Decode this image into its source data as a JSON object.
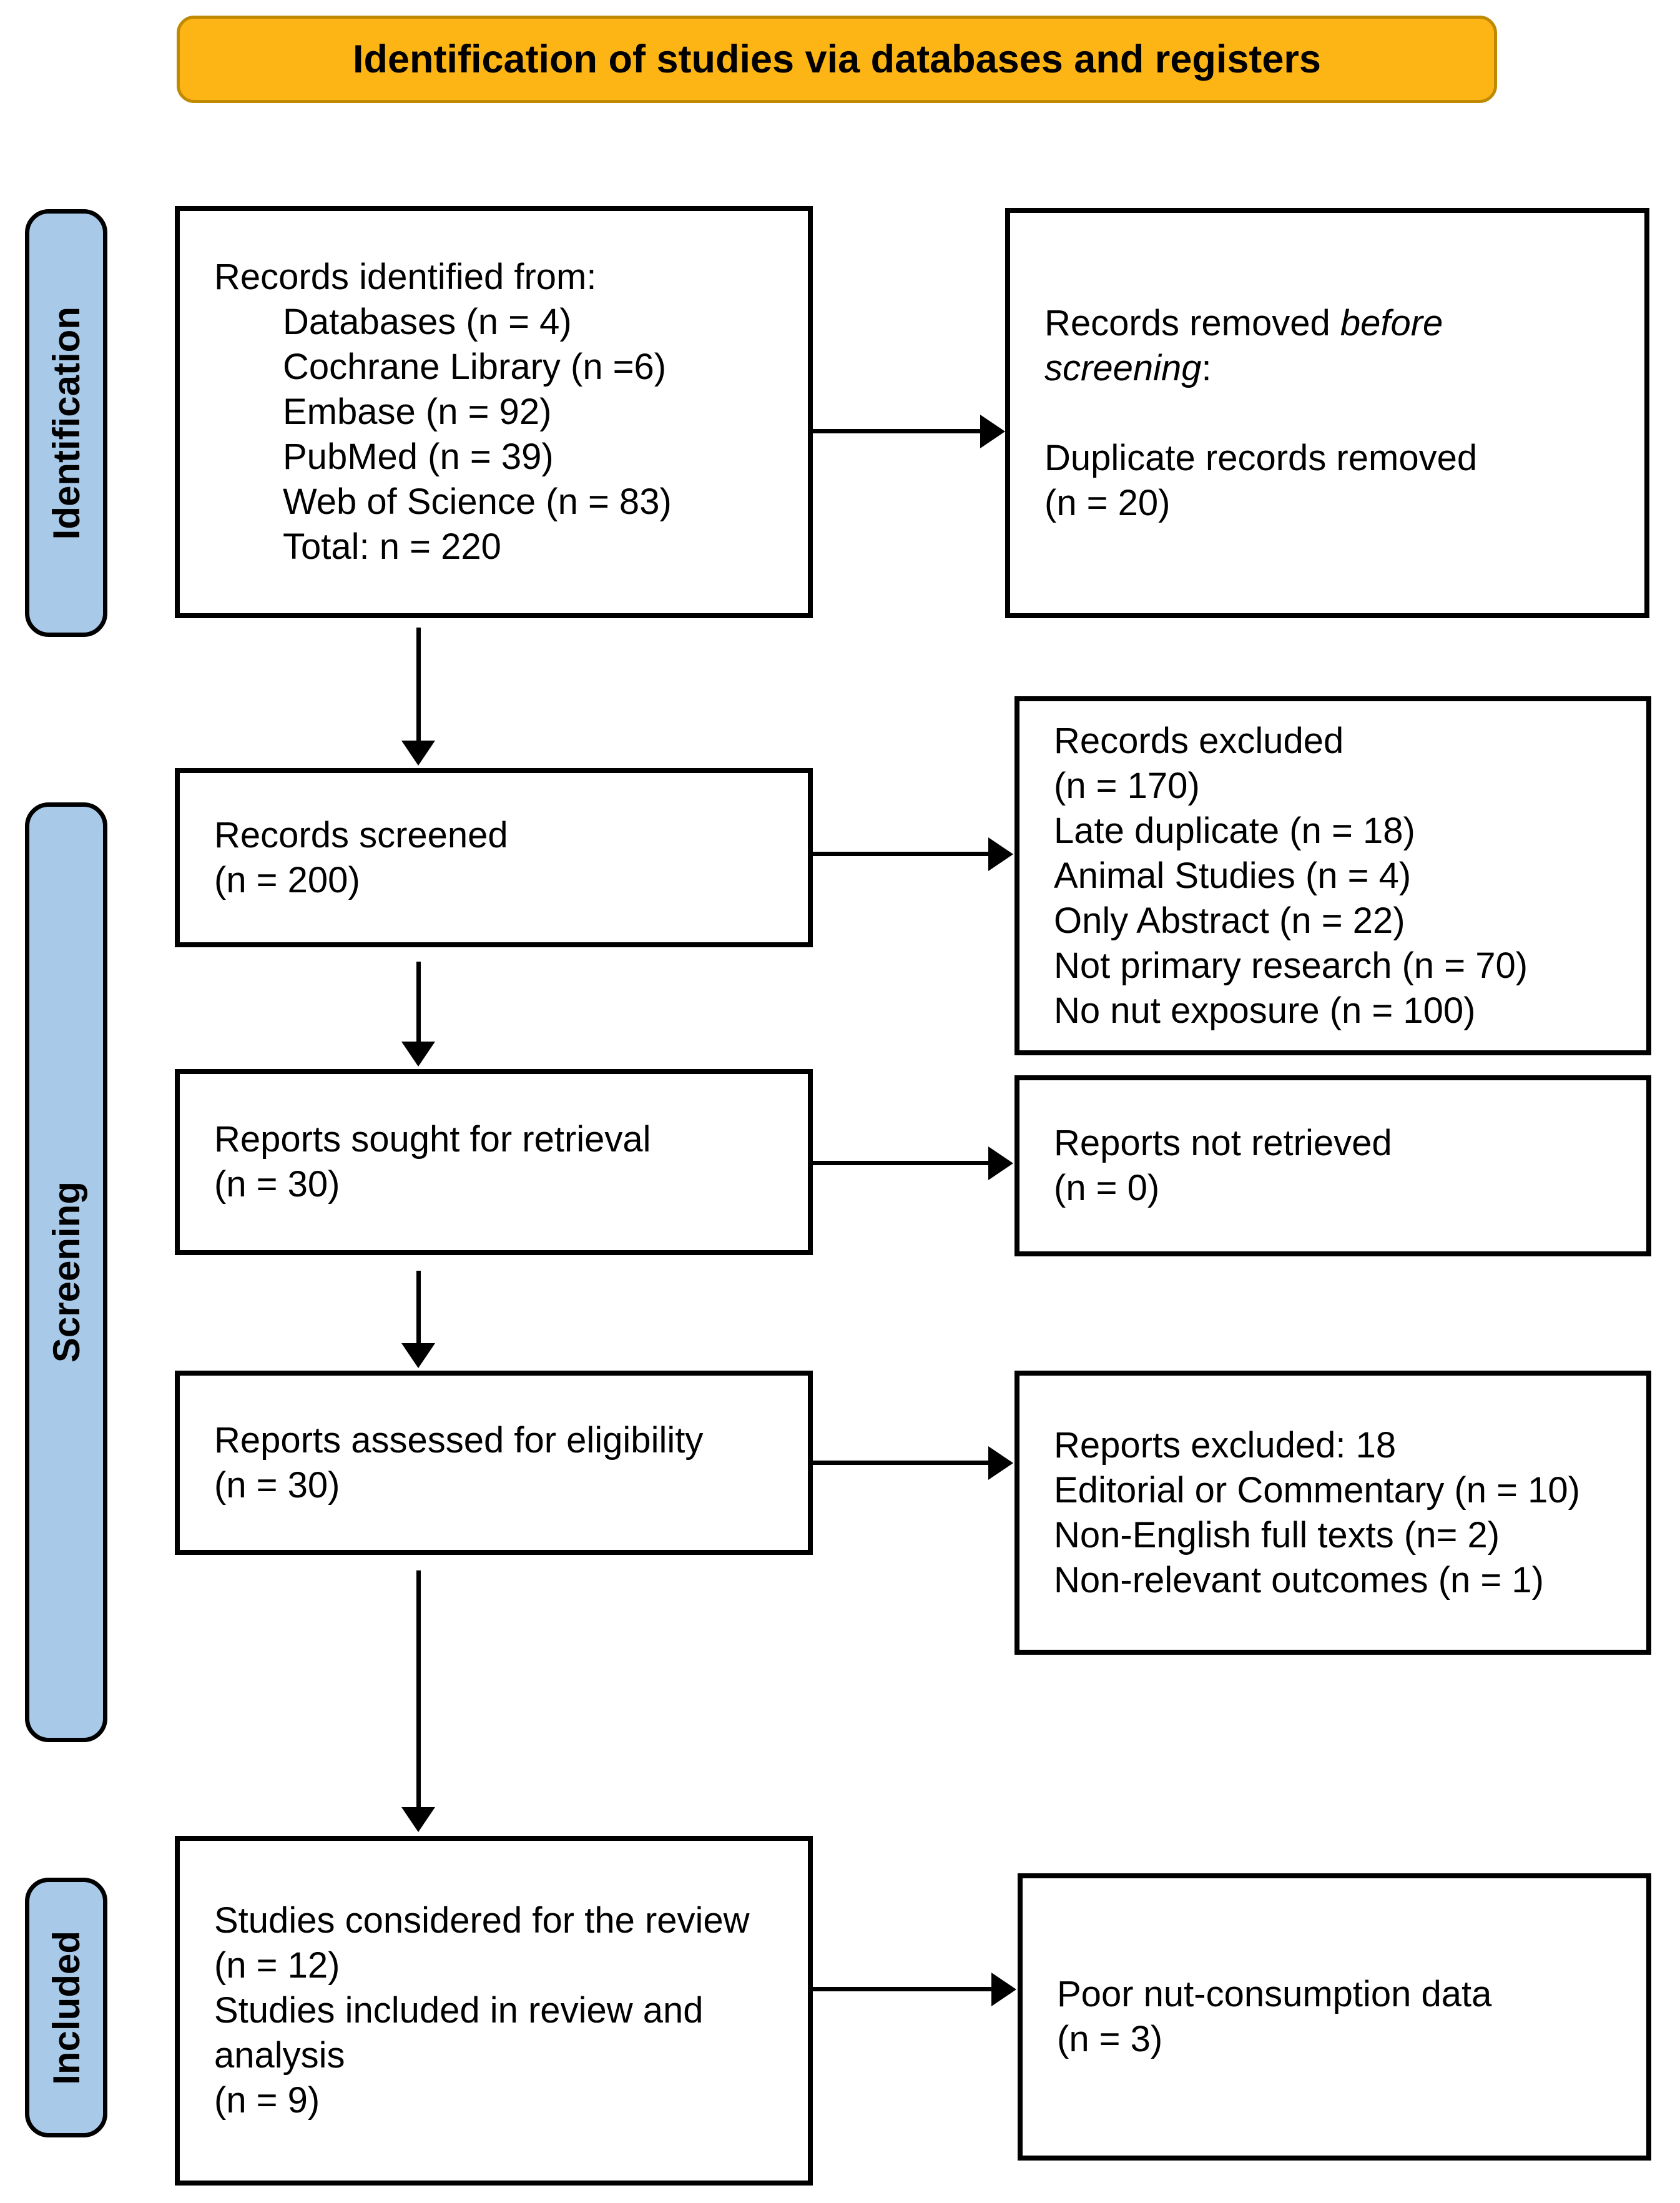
{
  "banner": {
    "title": "Identification of studies via databases and registers"
  },
  "colors": {
    "banner_bg": "#FCB515",
    "banner_border": "#C08A00",
    "sidebar_bg": "#A9C9E9",
    "box_border": "#000000"
  },
  "sidebar": {
    "identification": "Identification",
    "screening": "Screening",
    "included": "Included"
  },
  "boxes": {
    "records_identified": {
      "lines": [
        {
          "text": "Records identified from:"
        },
        {
          "text": "Databases (n = 4)",
          "indent": true
        },
        {
          "text": "Cochrane Library (n =6)",
          "indent": true
        },
        {
          "text": "Embase (n = 92)",
          "indent": true
        },
        {
          "text": "PubMed (n = 39)",
          "indent": true
        },
        {
          "text": "Web of Science (n = 83)",
          "indent": true
        },
        {
          "text": "Total: n = 220",
          "indent": true
        }
      ]
    },
    "records_removed": {
      "lines": [
        {
          "segments": [
            {
              "text": "Records removed "
            },
            {
              "text": "before",
              "italic": true
            }
          ]
        },
        {
          "segments": [
            {
              "text": "screening",
              "italic": true
            },
            {
              "text": ":"
            }
          ]
        },
        {
          "text": ""
        },
        {
          "text": "Duplicate records removed"
        },
        {
          "text": "(n = 20)"
        }
      ]
    },
    "records_screened": {
      "lines": [
        {
          "text": "Records screened"
        },
        {
          "text": "(n = 200)"
        }
      ]
    },
    "records_excluded": {
      "lines": [
        {
          "text": "Records excluded"
        },
        {
          "text": "(n = 170)"
        },
        {
          "text": "Late duplicate (n = 18)"
        },
        {
          "text": "Animal Studies (n = 4)"
        },
        {
          "text": "Only Abstract (n = 22)"
        },
        {
          "text": "Not primary research (n = 70)"
        },
        {
          "text": "No nut exposure (n = 100)"
        }
      ]
    },
    "reports_sought": {
      "lines": [
        {
          "text": "Reports sought for retrieval"
        },
        {
          "text": "(n = 30)"
        }
      ]
    },
    "reports_not_retrieved": {
      "lines": [
        {
          "text": "Reports not retrieved"
        },
        {
          "text": "(n = 0)"
        }
      ]
    },
    "reports_assessed": {
      "lines": [
        {
          "text": "Reports assessed for eligibility"
        },
        {
          "text": "(n = 30)"
        }
      ]
    },
    "reports_excluded": {
      "lines": [
        {
          "text": "Reports excluded: 18"
        },
        {
          "text": "Editorial or Commentary (n = 10)"
        },
        {
          "text": "Non-English full texts (n= 2)"
        },
        {
          "text": "Non-relevant outcomes (n = 1)"
        }
      ]
    },
    "studies_considered": {
      "lines": [
        {
          "text": "Studies considered for the review"
        },
        {
          "text": "(n = 12)"
        },
        {
          "text": "Studies included in review and"
        },
        {
          "text": "analysis"
        },
        {
          "text": "(n = 9)"
        }
      ]
    },
    "poor_nut_data": {
      "lines": [
        {
          "text": "Poor nut-consumption data"
        },
        {
          "text": "(n = 3)"
        }
      ]
    }
  }
}
